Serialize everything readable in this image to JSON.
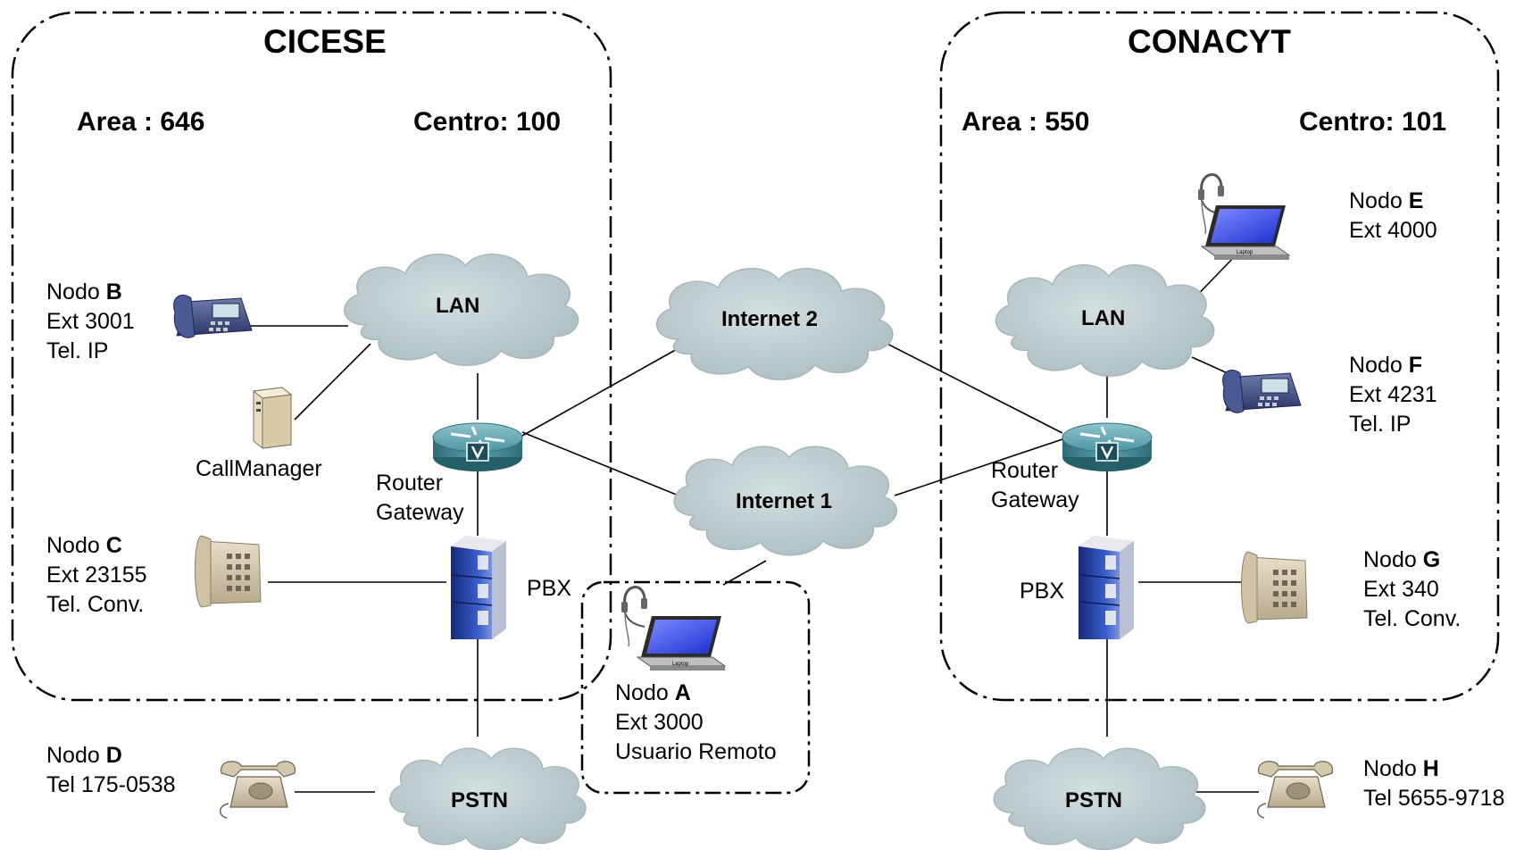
{
  "cicese": {
    "title": "CICESE",
    "area": "Area : 646",
    "centro": "Centro: 100",
    "lan": "LAN",
    "router": [
      "Router",
      "Gateway"
    ],
    "pbx": "PBX",
    "pstn": "PSTN",
    "callmanager": "CallManager",
    "node_b": {
      "prefix": "Nodo ",
      "letter": "B",
      "lines": [
        "Ext 3001",
        "Tel. IP"
      ]
    },
    "node_c": {
      "prefix": "Nodo ",
      "letter": "C",
      "lines": [
        "Ext 23155",
        "Tel. Conv."
      ]
    },
    "node_d": {
      "prefix": "Nodo ",
      "letter": "D",
      "lines": [
        "Tel 175-0538"
      ]
    }
  },
  "conacyt": {
    "title": "CONACYT",
    "area": "Area : 550",
    "centro": "Centro: 101",
    "lan": "LAN",
    "router": [
      "Router",
      "Gateway"
    ],
    "pbx": "PBX",
    "pstn": "PSTN",
    "node_e": {
      "prefix": "Nodo ",
      "letter": "E",
      "lines": [
        "Ext 4000"
      ]
    },
    "node_f": {
      "prefix": "Nodo ",
      "letter": "F",
      "lines": [
        "Ext 4231",
        "Tel. IP"
      ]
    },
    "node_g": {
      "prefix": "Nodo ",
      "letter": "G",
      "lines": [
        "Ext 340",
        "Tel. Conv."
      ]
    },
    "node_h": {
      "prefix": "Nodo ",
      "letter": "H",
      "lines": [
        "Tel 5655-9718"
      ]
    }
  },
  "internet": {
    "net1": "Internet 1",
    "net2": "Internet 2"
  },
  "remote": {
    "prefix": "Nodo ",
    "letter": "A",
    "lines": [
      "Ext 3000",
      "Usuario Remoto"
    ]
  },
  "laptop_caption": "Laptop",
  "colors": {
    "cloud": "#b7c7ca",
    "router": "#4f9aa6",
    "pbx_blue": "#1e3c9a",
    "pbx_red": "#b83b2e",
    "line": "#000000"
  }
}
